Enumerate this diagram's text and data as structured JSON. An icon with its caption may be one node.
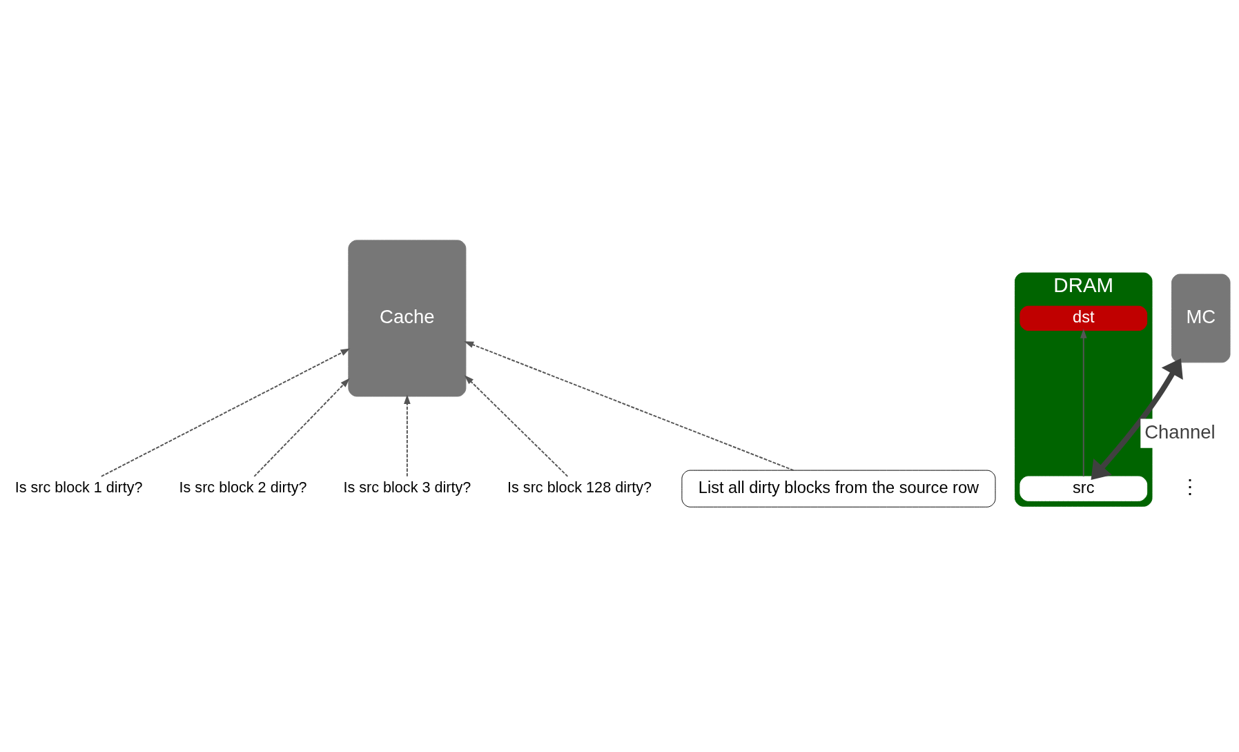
{
  "diagram": {
    "nodes": [
      {
        "text": [
          "Cache"
        ]
      },
      {
        "text": [
          "MC"
        ]
      },
      {
        "text": [
          "DRAM"
        ]
      },
      {
        "text": [
          "src"
        ],
        "in": 2
      },
      {
        "text": [
          "dst"
        ],
        "in": 2
      },
      {
        "text": [
          "Is src block 1 dirty?"
        ]
      },
      {
        "text": [
          "Is src block 2 dirty?"
        ]
      },
      {
        "text": [
          "Is src block 3 dirty?"
        ]
      },
      {
        "text": [
          "Is src block 128 dirty?"
        ]
      },
      {
        "text": [
          "List all dirty blocks from the source row"
        ]
      }
    ],
    "edges": [
      {
        "from": 1,
        "to": 3,
        "arrow": "both",
        "label": "Channel",
        "style": "thick",
        "color": "#404040"
      },
      {
        "from": 3,
        "to": 4,
        "arrow": "to"
      },
      {
        "from": 5,
        "to": 0,
        "arrow": "to",
        "style": "dashed"
      },
      {
        "from": 6,
        "to": 0,
        "arrow": "to",
        "style": "dashed"
      },
      {
        "from": 7,
        "to": 0,
        "arrow": "to",
        "style": "dashed"
      },
      {
        "from": 8,
        "to": 0,
        "arrow": "to",
        "style": "dashed"
      },
      {
        "from": 9,
        "to": 0,
        "arrow": "to",
        "style": "dashed"
      }
    ],
    "labels": [
      "⋮"
    ]
  }
}
